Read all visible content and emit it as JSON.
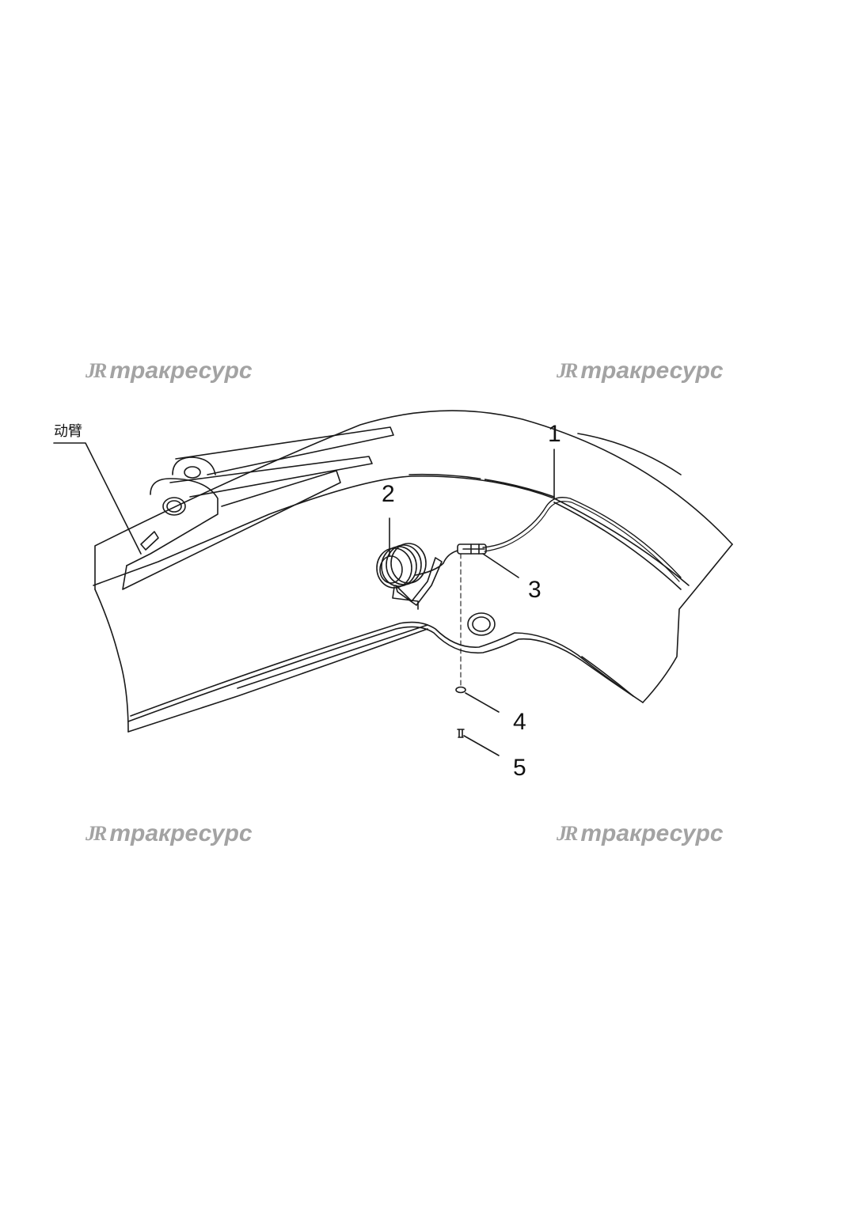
{
  "watermarks": [
    {
      "logo": "JR",
      "text": "тракресурс"
    },
    {
      "logo": "JR",
      "text": "тракресурс"
    },
    {
      "logo": "JR",
      "text": "тракресурс"
    },
    {
      "logo": "JR",
      "text": "тракресурс"
    }
  ],
  "component_label": "动臂",
  "callouts": [
    "1",
    "2",
    "3",
    "4",
    "5"
  ],
  "colors": {
    "line": "#1a1a1a",
    "watermark": "#a3a3a3",
    "background": "#ffffff"
  }
}
